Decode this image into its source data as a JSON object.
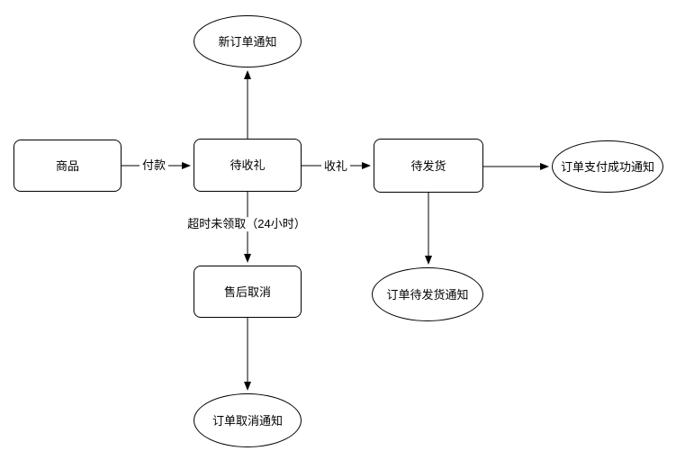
{
  "diagram": {
    "type": "flowchart",
    "colors": {
      "stroke": "#000000",
      "fill": "#ffffff",
      "text": "#000000"
    },
    "nodes": [
      {
        "id": "product",
        "shape": "rounded-rect",
        "label": "商品"
      },
      {
        "id": "await-gift",
        "shape": "rounded-rect",
        "label": "待收礼"
      },
      {
        "id": "await-ship",
        "shape": "rounded-rect",
        "label": "待发货"
      },
      {
        "id": "aftersale-cancel",
        "shape": "rounded-rect",
        "label": "售后取消"
      },
      {
        "id": "new-order-notice",
        "shape": "ellipse",
        "label": "新订单通知"
      },
      {
        "id": "pay-success-notice",
        "shape": "ellipse",
        "label": "订单支付成功通知"
      },
      {
        "id": "await-ship-notice",
        "shape": "ellipse",
        "label": "订单待发货通知"
      },
      {
        "id": "order-cancel-notice",
        "shape": "ellipse",
        "label": "订单取消通知"
      }
    ],
    "edges": [
      {
        "from": "product",
        "to": "await-gift",
        "label": "付款"
      },
      {
        "from": "await-gift",
        "to": "new-order-notice",
        "label": ""
      },
      {
        "from": "await-gift",
        "to": "await-ship",
        "label": "收礼"
      },
      {
        "from": "await-gift",
        "to": "aftersale-cancel",
        "label": "超时未领取（24小时）"
      },
      {
        "from": "await-ship",
        "to": "pay-success-notice",
        "label": ""
      },
      {
        "from": "await-ship",
        "to": "await-ship-notice",
        "label": ""
      },
      {
        "from": "aftersale-cancel",
        "to": "order-cancel-notice",
        "label": ""
      }
    ]
  }
}
